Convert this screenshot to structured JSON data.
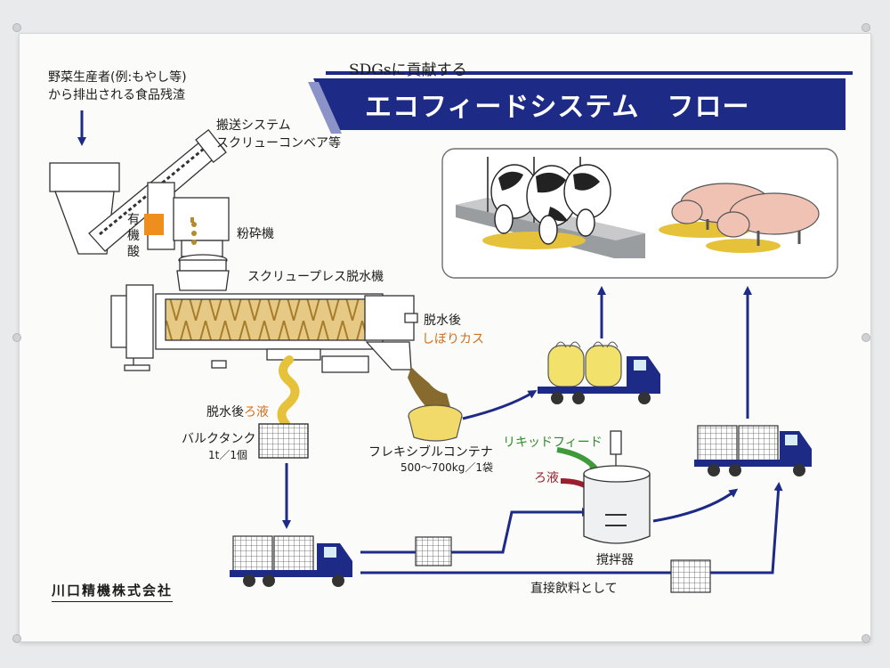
{
  "header": {
    "subtitle": "SDGsに貢献する",
    "title": "エコフィードシステム　フロー"
  },
  "source": {
    "line1": "野菜生産者(例:もやし等)",
    "line2": "から排出される食品残渣"
  },
  "conveyor": {
    "line1": "搬送システム",
    "line2": "スクリューコンベア等"
  },
  "acid": {
    "c1": "有",
    "c2": "機",
    "c3": "酸"
  },
  "crusher": "粉砕機",
  "press": "スクリュープレス脱水機",
  "cake": {
    "line1": "脱水後",
    "line2": "しぼりカス"
  },
  "liquid": {
    "prefix": "脱水後",
    "highlight": "ろ液"
  },
  "bulk_tank": {
    "name": "バルクタンク",
    "spec": "1t／1個"
  },
  "flexible": {
    "name": "フレキシブルコンテナ",
    "spec": "500〜700kg／1袋"
  },
  "mixer": {
    "liquid_feed": "リキッドフィード",
    "filtrate": "ろ液",
    "name": "撹拌器"
  },
  "direct": "直接飲料として",
  "company": "川口精機株式会社",
  "colors": {
    "navy": "#1d2b86",
    "orange_text": "#d2701c",
    "green_arrow": "#3f9a3a",
    "red_arrow": "#9a1f2c",
    "liquid": "#e6c23a",
    "acid_box": "#ee8e1c"
  }
}
